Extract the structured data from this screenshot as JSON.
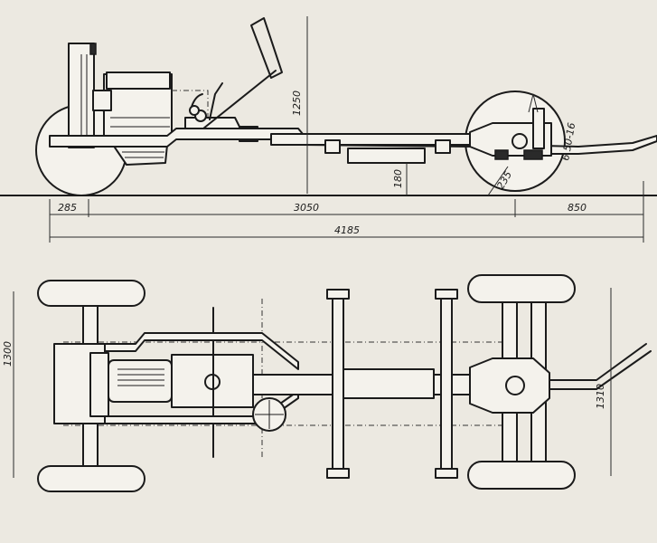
{
  "side_view": {
    "dimensions": {
      "front_overhang": "285",
      "wheelbase": "3050",
      "rear_overhang": "850",
      "overall_length": "4185",
      "height": "1250",
      "ground_clearance": "180",
      "rear_clearance": "235",
      "tyre_size": "6.50-16"
    }
  },
  "plan_view": {
    "dimensions": {
      "front_track": "1300",
      "rear_track": "1310"
    }
  }
}
